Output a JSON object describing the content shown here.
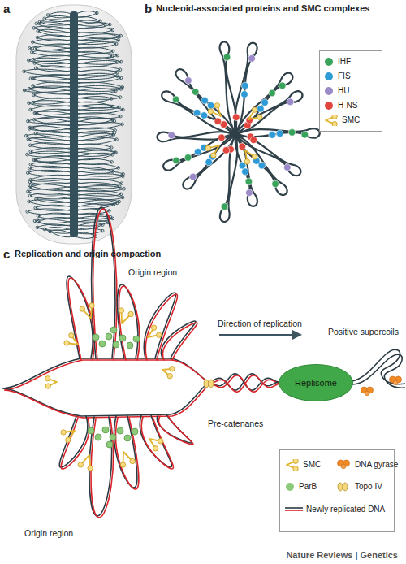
{
  "diagram": {
    "nodes": [
      {
        "text": [
          "Replisome"
        ]
      }
    ],
    "labels": [
      "a",
      "b",
      "Nucleoid-associated proteins and SMC complexes",
      "c",
      "Replication and origin compaction",
      "Origin region",
      "Direction of replication",
      "Positive supercoils",
      "Pre-catenanes",
      "Origin region",
      "Nature Reviews | Genetics"
    ],
    "legend": [
      {
        "text": "IHF",
        "color": "#3aa35b"
      },
      {
        "text": "FIS",
        "color": "#2f9bd6"
      },
      {
        "text": "HU",
        "color": "#9b8ac8"
      },
      {
        "text": "H-NS",
        "color": "#e0463d"
      },
      {
        "text": "SMC"
      },
      {
        "text": "SMC"
      },
      {
        "text": "DNA gyrase"
      },
      {
        "text": "ParB",
        "color": "#8cc97a"
      },
      {
        "text": "Topo IV"
      },
      {
        "text": "Newly replicated DNA"
      }
    ]
  }
}
